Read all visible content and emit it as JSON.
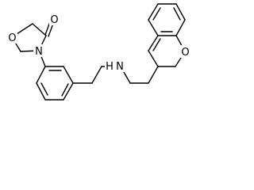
{
  "structure": {
    "atom_labels": {
      "oxazolidinone_ring_oxygen": "O",
      "carbonyl_oxygen": "O",
      "oxazolidinone_nitrogen": "N",
      "amine_nh": "H",
      "amine_n": "N",
      "chromene_ring_oxygen": "O"
    }
  },
  "colors": {
    "bond": "#000000",
    "label": "#000000",
    "background": "#ffffff"
  }
}
